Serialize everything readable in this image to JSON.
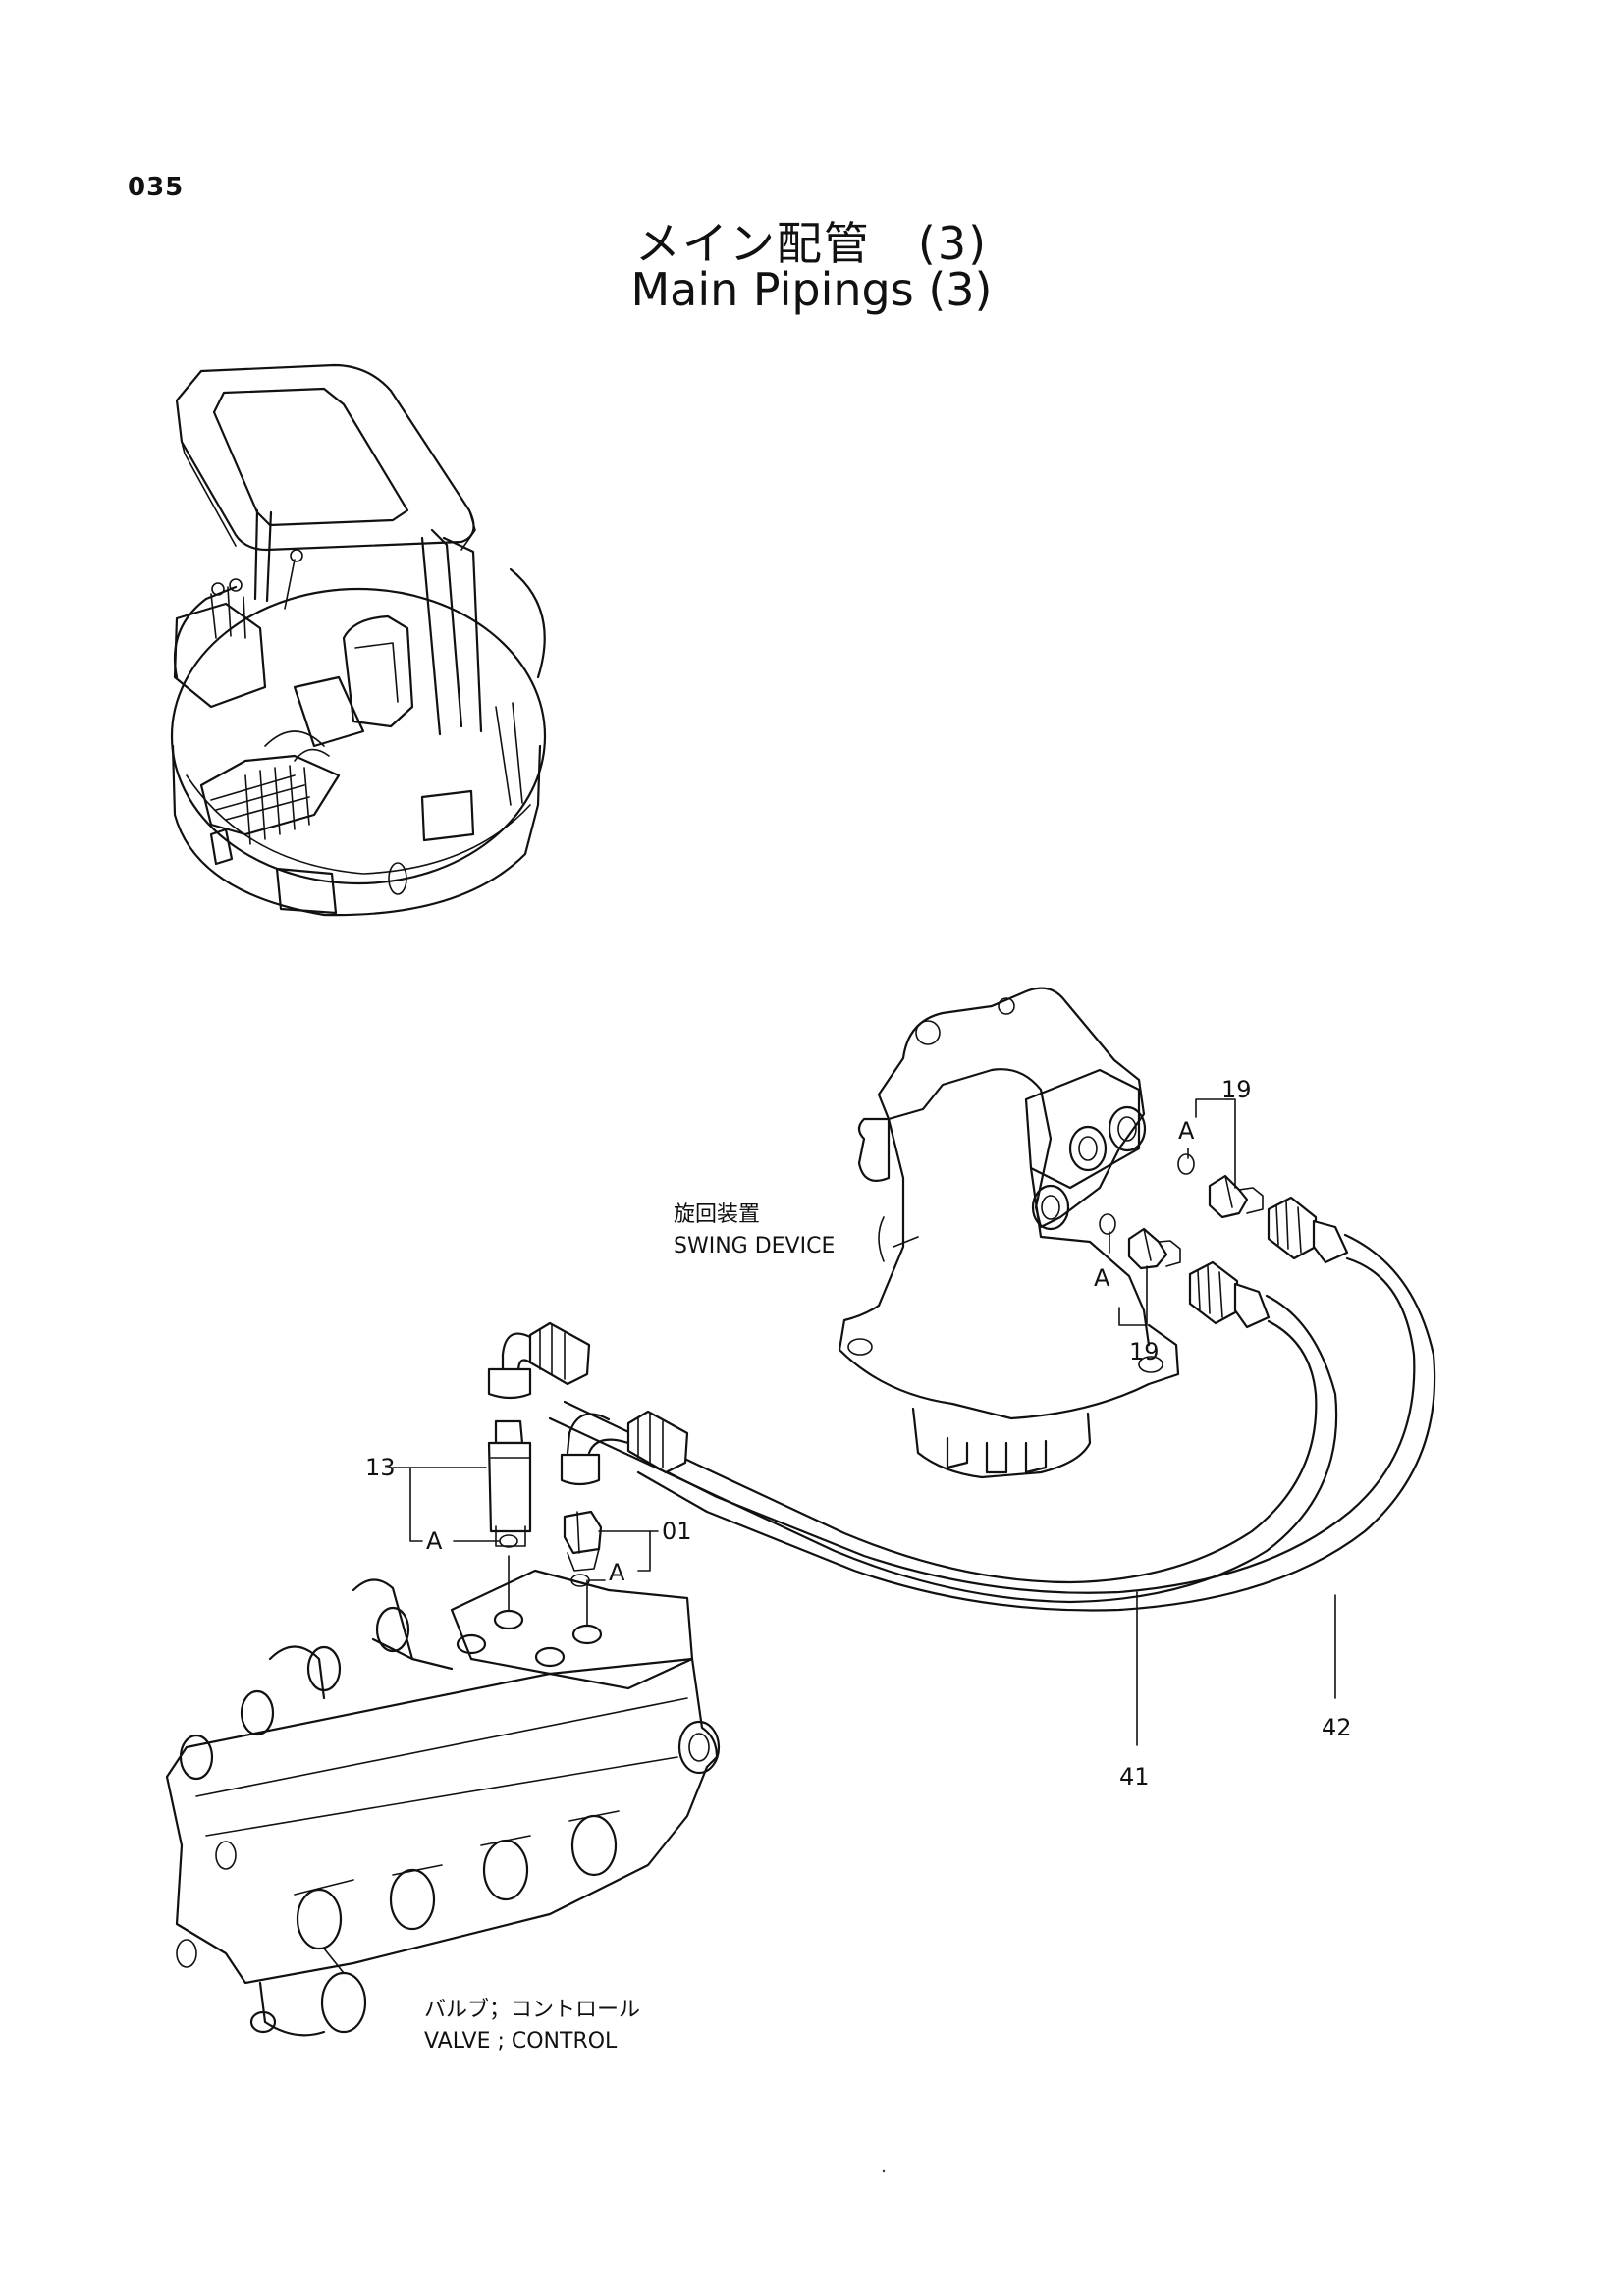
{
  "page": {
    "number": "035",
    "title_jp": "メイン配管　(3)",
    "title_en": "Main Pipings (3)"
  },
  "components": {
    "swing_device_jp": "旋回装置",
    "swing_device_en": "SWING DEVICE",
    "control_valve_jp": "バルブ；コントロール",
    "control_valve_en": "VALVE ; CONTROL"
  },
  "callouts": {
    "part_19_upper": "19",
    "part_19_lower": "19",
    "part_13": "13",
    "part_01": "01",
    "part_41": "41",
    "part_42": "42",
    "ref_a_upper": "A",
    "ref_a_lower": "A",
    "ref_a_13": "A",
    "ref_a_01": "A"
  }
}
